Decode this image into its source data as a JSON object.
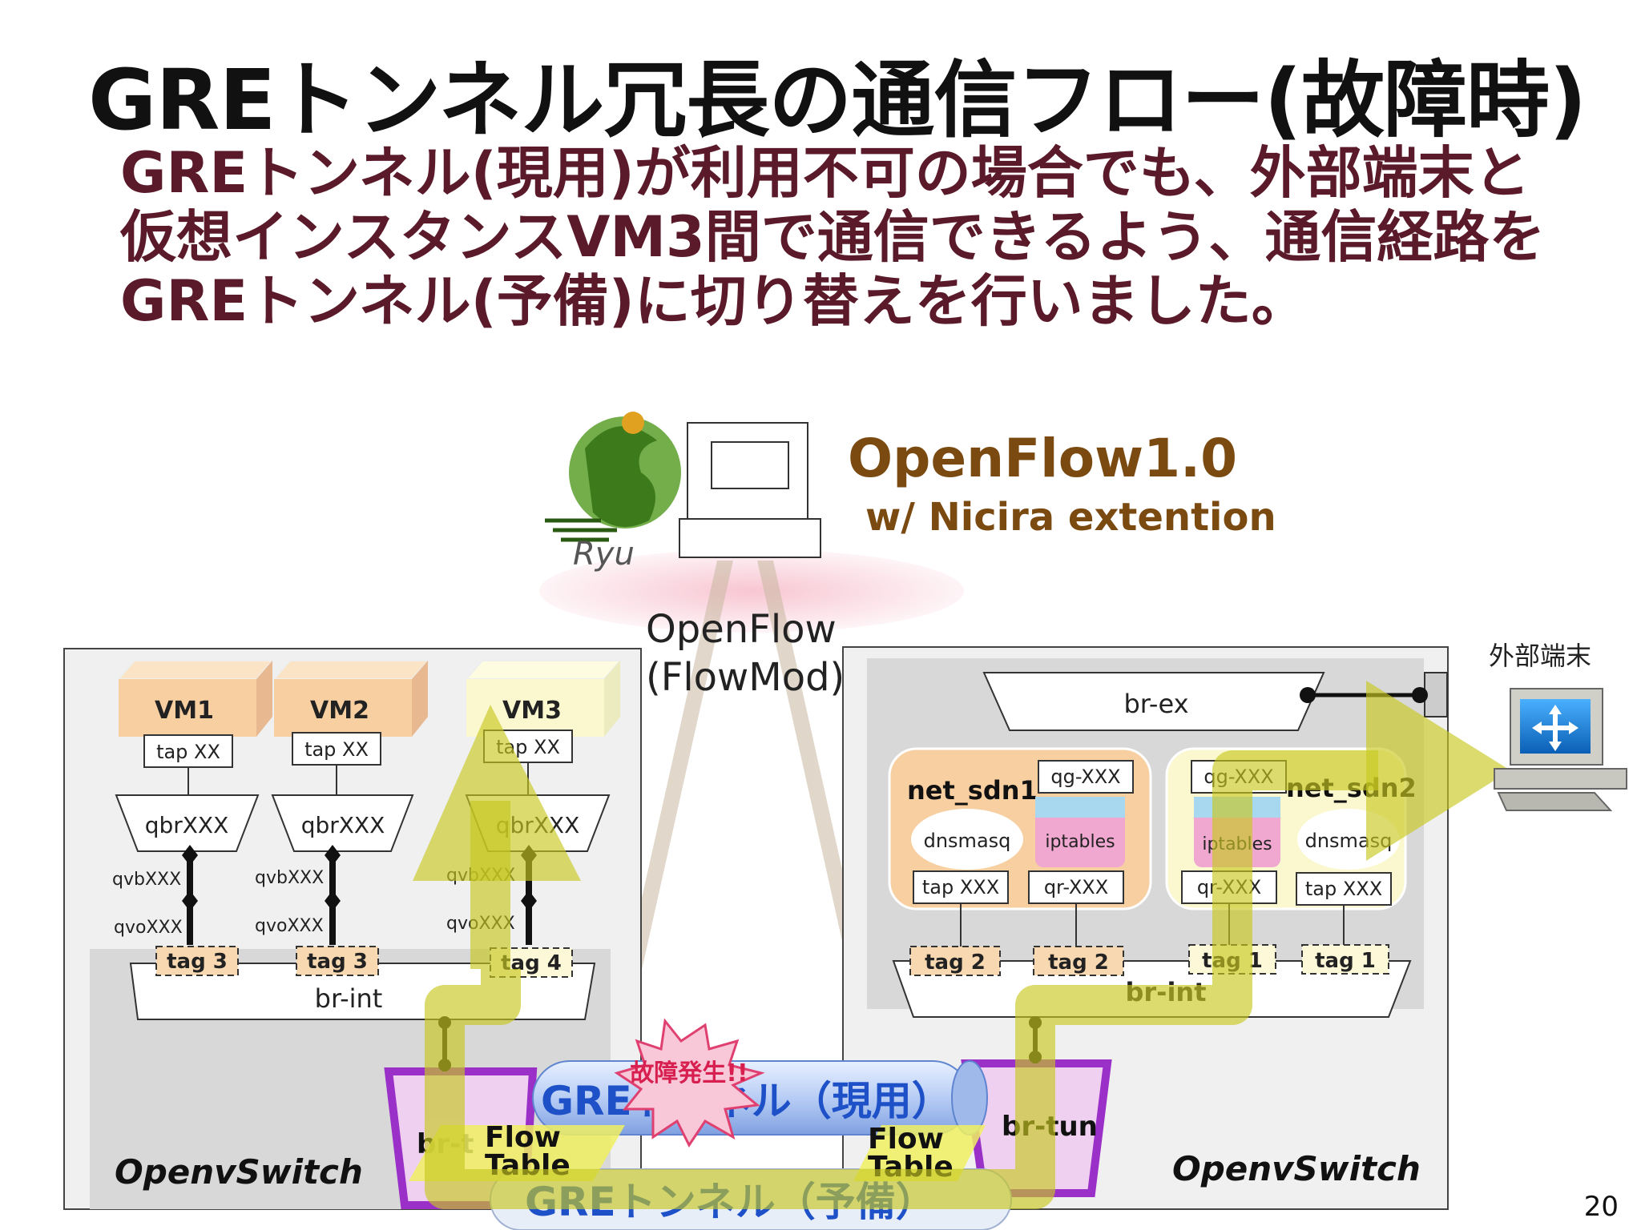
{
  "slide": {
    "title": "GREトンネル冗長の通信フロー(故障時)",
    "subtitle_lines": [
      "GREトンネル(現用)が利用不可の場合でも、外部端末と",
      "仮想インスタンスVM3間で通信できるよう、通信経路を",
      "GREトンネル(予備)に切り替えを行いました。"
    ],
    "page_number": "20"
  },
  "controller": {
    "logo_text": "Ryu",
    "protocol_title": "OpenFlow1.0",
    "protocol_sub": "w/ Nicira extention",
    "message_line1": "OpenFlow",
    "message_line2": "(FlowMod)"
  },
  "left_host": {
    "vms": [
      {
        "name": "VM1",
        "tap": "tap XX",
        "bridge": "qbrXXX",
        "qvb": "qvbXXX",
        "qvo": "qvoXXX",
        "tag": "tag 3"
      },
      {
        "name": "VM2",
        "tap": "tap XX",
        "bridge": "qbrXXX",
        "qvb": "qvbXXX",
        "qvo": "qvoXXX",
        "tag": "tag 3"
      },
      {
        "name": "VM3",
        "tap": "tap XX",
        "bridge": "qbrXXX",
        "qvb": "qvbXXX",
        "qvo": "qvoXXX",
        "tag": "tag 4"
      }
    ],
    "br_int": "br-int",
    "br_tun": "br-t",
    "flow_table": [
      "Flow",
      "Table"
    ],
    "label": "OpenvSwitch"
  },
  "right_host": {
    "br_ex": "br-ex",
    "net1": {
      "name": "net_sdn1",
      "qg": "qg-XXX",
      "dnsmasq": "dnsmasq",
      "iptables": "iptables",
      "tap": "tap XXX",
      "qr": "qr-XXX"
    },
    "net2": {
      "name": "net_sdn2",
      "qg": "qg-XXX",
      "dnsmasq": "dnsmasq",
      "iptables": "iptables",
      "tap": "tap XXX",
      "qr": "qr-XXX"
    },
    "tags": [
      "tag 2",
      "tag 2",
      "tag 1",
      "tag 1"
    ],
    "br_int": "br-int",
    "br_tun": "br-tun",
    "flow_table": [
      "Flow",
      "Table"
    ],
    "label": "OpenvSwitch"
  },
  "tunnels": {
    "active": "GREトンネル（現用）",
    "backup": "GREトンネル（予備）",
    "failure": "故障発生!!"
  },
  "external_terminal": "外部端末",
  "colors": {
    "subtitle": "#5a1a2a",
    "openflow": "#7a4a10",
    "vm_box": "#f8cfa0",
    "path": "#c8c820",
    "tunnel_blue": "#1e50c8",
    "br_tun": "#9a30c8"
  }
}
